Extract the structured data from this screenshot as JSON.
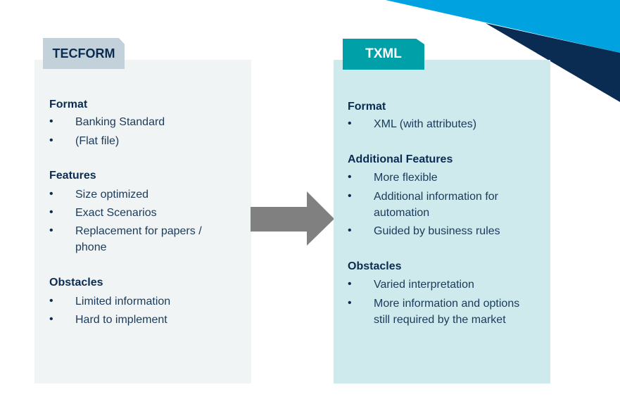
{
  "left_card": {
    "title": "TECFORM",
    "sections": [
      {
        "heading": "Format",
        "items": [
          "Banking Standard",
          "(Flat file)"
        ]
      },
      {
        "heading": "Features",
        "items": [
          "Size optimized",
          "Exact Scenarios",
          "Replacement for papers / phone"
        ]
      },
      {
        "heading": "Obstacles",
        "items": [
          "Limited information",
          "Hard to implement"
        ]
      }
    ]
  },
  "right_card": {
    "title": "TXML",
    "sections": [
      {
        "heading": "Format",
        "items": [
          "XML (with attributes)"
        ]
      },
      {
        "heading": "Additional Features",
        "items": [
          "More flexible",
          "Additional information for automation",
          "Guided by business rules"
        ]
      },
      {
        "heading": "Obstacles",
        "items": [
          "Varied interpretation",
          "More information and options still required by the market"
        ]
      }
    ]
  },
  "bullet_glyph": "•",
  "colors": {
    "navy": "#0b2c52",
    "teal_tab": "#00a0a8",
    "left_panel": "#f0f4f5",
    "right_panel": "#ceeaec",
    "arrow": "#808080",
    "corner_blue": "#00a2e0"
  }
}
